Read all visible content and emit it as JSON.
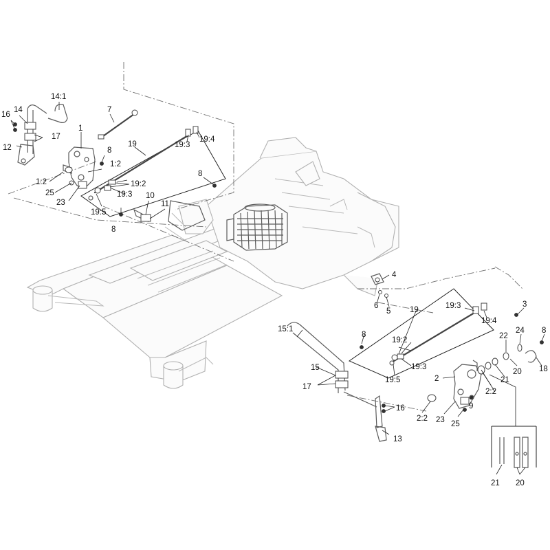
{
  "callouts": [
    {
      "text": "14:1"
    },
    {
      "text": "14"
    },
    {
      "text": "16"
    },
    {
      "text": "17"
    },
    {
      "text": "12"
    },
    {
      "text": "7"
    },
    {
      "text": "1"
    },
    {
      "text": "8"
    },
    {
      "text": "1:2"
    },
    {
      "text": "1:2"
    },
    {
      "text": "25"
    },
    {
      "text": "23"
    },
    {
      "text": "19"
    },
    {
      "text": "19:3"
    },
    {
      "text": "19:4"
    },
    {
      "text": "19:2"
    },
    {
      "text": "19:3"
    },
    {
      "text": "19:5"
    },
    {
      "text": "8"
    },
    {
      "text": "10"
    },
    {
      "text": "11"
    },
    {
      "text": "8"
    },
    {
      "text": "4"
    },
    {
      "text": "6"
    },
    {
      "text": "5"
    },
    {
      "text": "19"
    },
    {
      "text": "19:3"
    },
    {
      "text": "19:4"
    },
    {
      "text": "3"
    },
    {
      "text": "8"
    },
    {
      "text": "24"
    },
    {
      "text": "22"
    },
    {
      "text": "18"
    },
    {
      "text": "19:2"
    },
    {
      "text": "19:3"
    },
    {
      "text": "19:5"
    },
    {
      "text": "20"
    },
    {
      "text": "21"
    },
    {
      "text": "2:2"
    },
    {
      "text": "15:1"
    },
    {
      "text": "15"
    },
    {
      "text": "17"
    },
    {
      "text": "16"
    },
    {
      "text": "2"
    },
    {
      "text": "2:2"
    },
    {
      "text": "23"
    },
    {
      "text": "25"
    },
    {
      "text": "9"
    },
    {
      "text": "13"
    },
    {
      "text": "21"
    },
    {
      "text": "20"
    },
    {
      "text": "8"
    }
  ]
}
